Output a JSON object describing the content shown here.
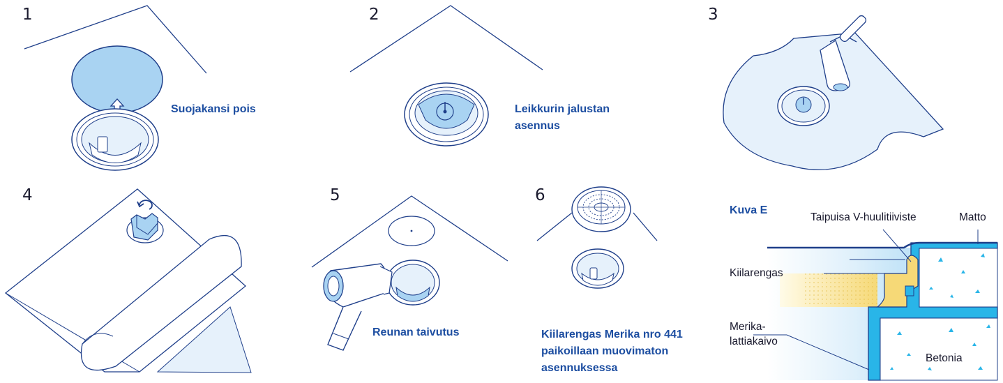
{
  "steps": [
    {
      "number": "1",
      "caption": "Suojakansi pois"
    },
    {
      "number": "2",
      "caption_line1": "Leikkurin jalustan",
      "caption_line2": "asennus"
    },
    {
      "number": "3"
    },
    {
      "number": "4"
    },
    {
      "number": "5",
      "caption": "Reunan taivutus"
    },
    {
      "number": "6",
      "caption_line1": "Kiilarengas Merika nro 441",
      "caption_line2": "paikoillaan muovimaton",
      "caption_line3": "asennuksessa"
    }
  ],
  "figure_e": {
    "title": "Kuva E",
    "labels": {
      "seal": "Taipuisa V-huulitiiviste",
      "mat": "Matto",
      "ring": "Kiilarengas",
      "drain_line1": "Merika-",
      "drain_line2": "lattiakaivo",
      "concrete": "Betonia"
    }
  },
  "colors": {
    "line": "#1f3f8a",
    "caption": "#1d4ea1",
    "fill_light": "#e6f1fb",
    "fill_blue": "#a9d3f2",
    "cyan": "#29b5e8",
    "yellow": "#f6d977"
  }
}
